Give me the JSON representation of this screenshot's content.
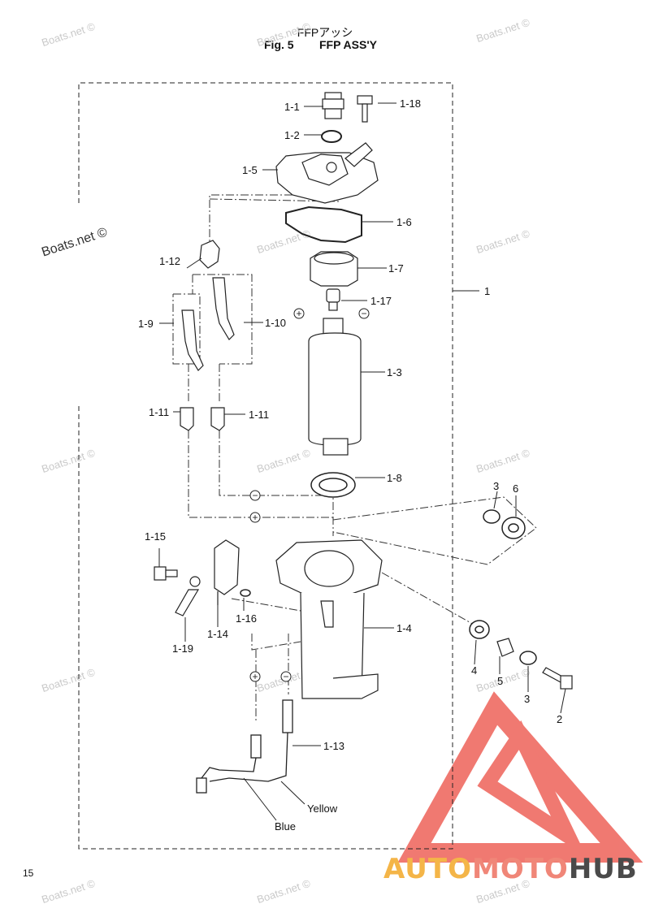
{
  "header": {
    "title_jp": "FFPアッシ",
    "fig_label": "Fig. 5",
    "fig_title": "FFP ASS'Y"
  },
  "watermark": {
    "text": "Boats.net ©"
  },
  "page_number": "15",
  "brand": {
    "part1": "AUTO",
    "part2": "MOTO",
    "part3": "HUB"
  },
  "part_labels": {
    "p1_1": "1-1",
    "p1_2": "1-2",
    "p1_3": "1-3",
    "p1_4": "1-4",
    "p1_5": "1-5",
    "p1_6": "1-6",
    "p1_7": "1-7",
    "p1_8": "1-8",
    "p1_9": "1-9",
    "p1_10": "1-10",
    "p1_11a": "1-11",
    "p1_11b": "1-11",
    "p1_12": "1-12",
    "p1_13": "1-13",
    "p1_14": "1-14",
    "p1_15": "1-15",
    "p1_16": "1-16",
    "p1_17": "1-17",
    "p1_18": "1-18",
    "p1_19": "1-19",
    "p1": "1",
    "p2": "2",
    "p3a": "3",
    "p3b": "3",
    "p4": "4",
    "p5": "5",
    "p6": "6"
  },
  "wire_labels": {
    "yellow": "Yellow",
    "blue": "Blue"
  },
  "polarity": {
    "plus": "+",
    "minus": "−"
  },
  "colors": {
    "brand_orange": "#f4b548",
    "brand_red": "#f08678",
    "brand_dark": "#4a4a4a",
    "logo_red": "#ef6e66"
  }
}
